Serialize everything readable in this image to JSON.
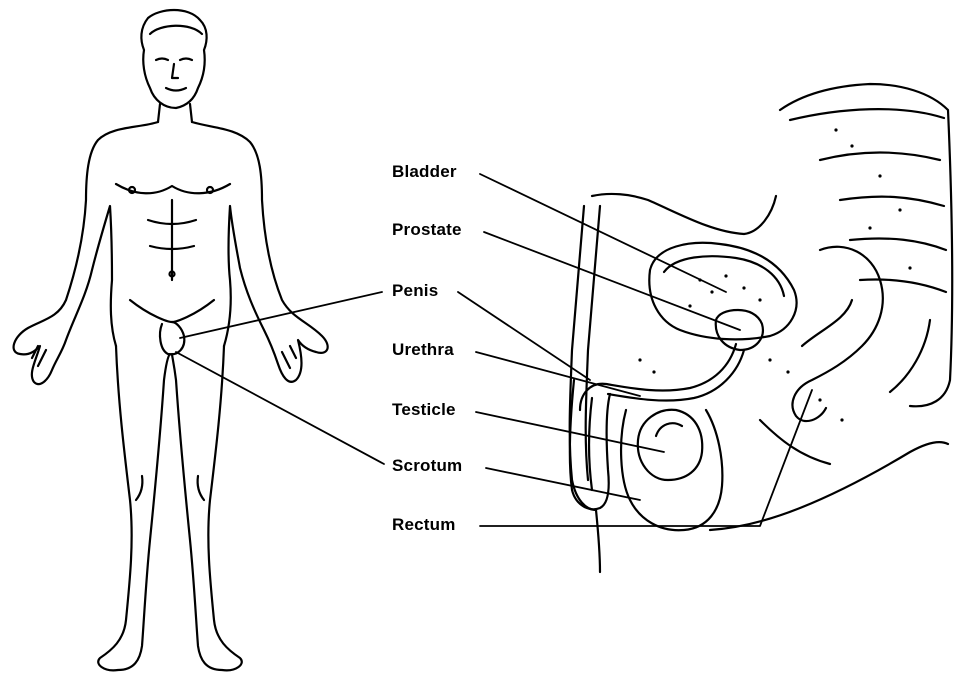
{
  "labels": {
    "bladder": "Bladder",
    "prostate": "Prostate",
    "penis": "Penis",
    "urethra": "Urethra",
    "testicle": "Testicle",
    "scrotum": "Scrotum",
    "rectum": "Rectum"
  },
  "colors": {
    "line": "#000000",
    "background": "#ffffff"
  }
}
